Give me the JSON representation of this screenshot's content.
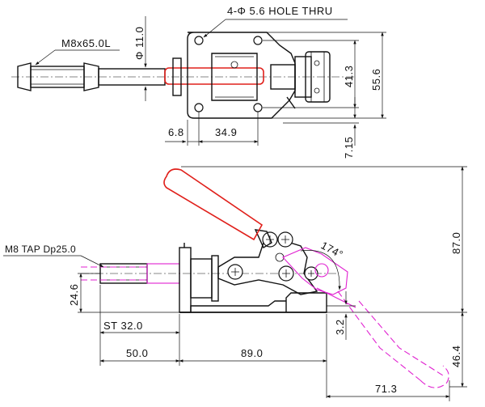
{
  "colors": {
    "line": "#111111",
    "handle_grip": "#e0201b",
    "alternate_position": "#e020d0",
    "background": "#ffffff"
  },
  "top_view": {
    "hole_note": "4-Φ 5.6 HOLE THRU",
    "dia_label": "Φ 11.0",
    "rod_label": "M8x65.0L",
    "dim_6_8": "6.8",
    "dim_34_9": "34.9",
    "dim_41_3": "41.3",
    "dim_55_6": "55.6",
    "dim_7_15": "7.15"
  },
  "side_view": {
    "tap_label": "M8 TAP Dp25.0",
    "dim_24_6": "24.6",
    "st_label": "ST 32.0",
    "dim_50_0": "50.0",
    "dim_89_0": "89.0",
    "dim_87_0": "87.0",
    "angle_label": "174°",
    "dim_3_2": "3.2",
    "dim_46_4": "46.4",
    "dim_71_3": "71.3"
  }
}
